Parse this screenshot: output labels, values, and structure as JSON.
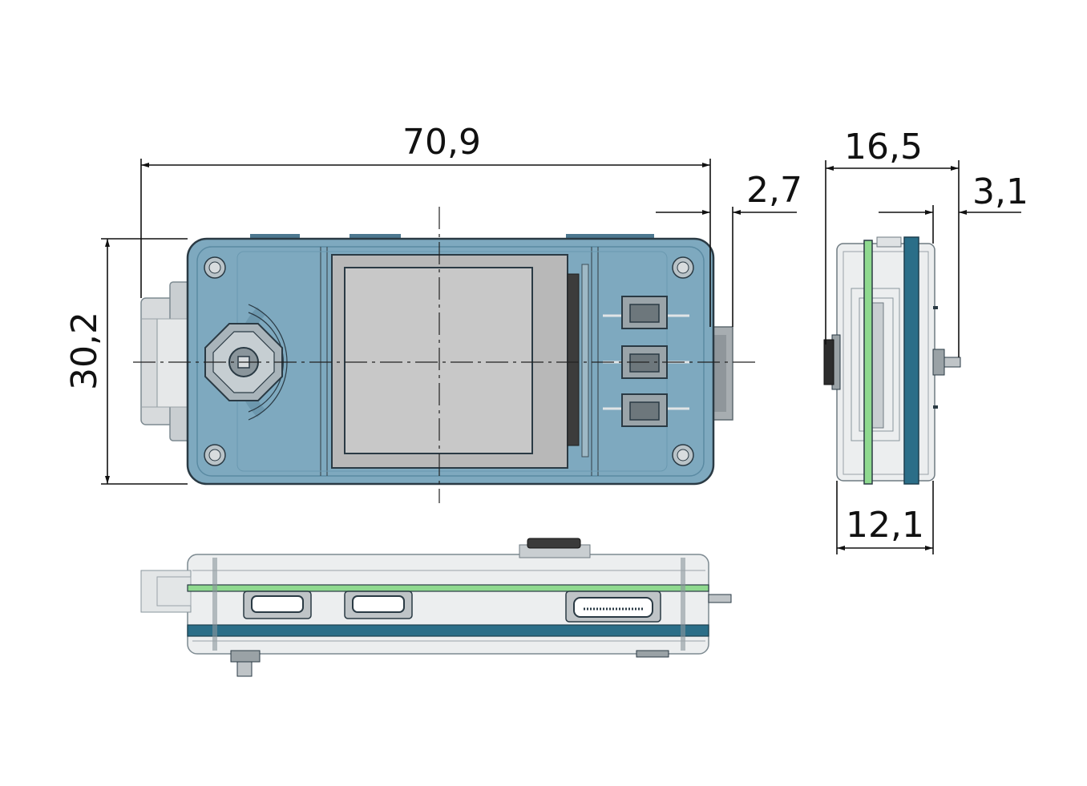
{
  "dimensions": {
    "overall_length": "70,9",
    "connector_protrusion": "2,7",
    "height": "30,2",
    "side_depth": "16,5",
    "pin_protrusion": "3,1",
    "board_spacing": "12,1"
  },
  "colors": {
    "housing": "#7ea9bf",
    "housing_dark": "#4d7890",
    "pcb_green": "#8fd98f",
    "pcb_blue": "#2b6e88",
    "screen": "#c8c8c8",
    "metal": "#b8bcc0",
    "line": "#111111"
  }
}
